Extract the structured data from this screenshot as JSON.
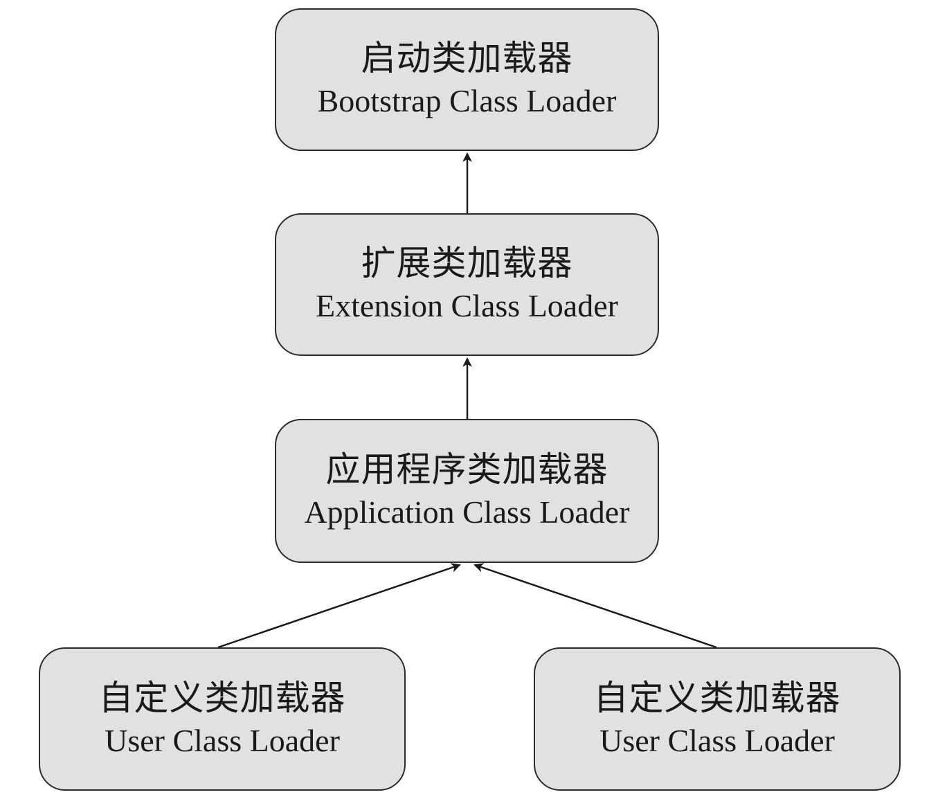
{
  "nodes": {
    "bootstrap": {
      "zh": "启动类加载器",
      "en": "Bootstrap Class Loader"
    },
    "extension": {
      "zh": "扩展类加载器",
      "en": "Extension Class Loader"
    },
    "application": {
      "zh": "应用程序类加载器",
      "en": "Application Class Loader"
    },
    "user_left": {
      "zh": "自定义类加载器",
      "en": "User Class Loader"
    },
    "user_right": {
      "zh": "自定义类加载器",
      "en": "User Class Loader"
    }
  },
  "edges": [
    {
      "from": "extension",
      "to": "bootstrap"
    },
    {
      "from": "application",
      "to": "extension"
    },
    {
      "from": "user_left",
      "to": "application"
    },
    {
      "from": "user_right",
      "to": "application"
    }
  ],
  "colors": {
    "node_fill": "#e1e1e1",
    "node_border": "#2b2b2b",
    "arrow": "#1a1a1a",
    "text": "#1a1a1a",
    "background": "#ffffff"
  }
}
